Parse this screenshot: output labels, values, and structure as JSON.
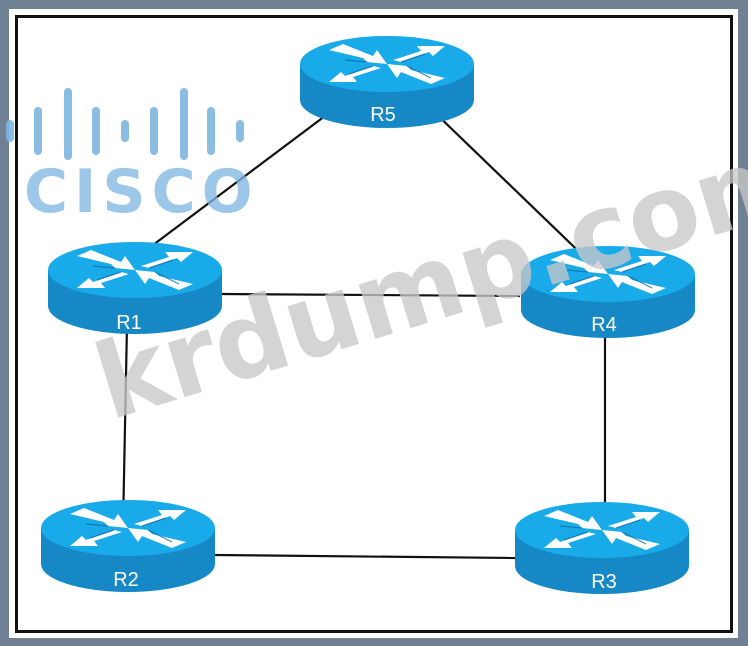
{
  "diagram": {
    "type": "network-topology",
    "routers": [
      {
        "id": "R5",
        "label": "R5"
      },
      {
        "id": "R1",
        "label": "R1"
      },
      {
        "id": "R4",
        "label": "R4"
      },
      {
        "id": "R2",
        "label": "R2"
      },
      {
        "id": "R3",
        "label": "R3"
      }
    ],
    "links": [
      {
        "from": "R5",
        "to": "R1"
      },
      {
        "from": "R5",
        "to": "R4"
      },
      {
        "from": "R1",
        "to": "R4"
      },
      {
        "from": "R1",
        "to": "R2"
      },
      {
        "from": "R4",
        "to": "R3"
      },
      {
        "from": "R2",
        "to": "R3"
      }
    ]
  },
  "logo": {
    "text": "CISCO"
  },
  "watermark": {
    "text": "krdump.com"
  },
  "colors": {
    "router_top": "#19aaea",
    "router_side": "#1688c6",
    "arrows": "#ffffff",
    "link": "#111111",
    "logo": "#7fb6e0",
    "watermark": "#c8c8c8",
    "outer_bg": "#6f8192"
  }
}
